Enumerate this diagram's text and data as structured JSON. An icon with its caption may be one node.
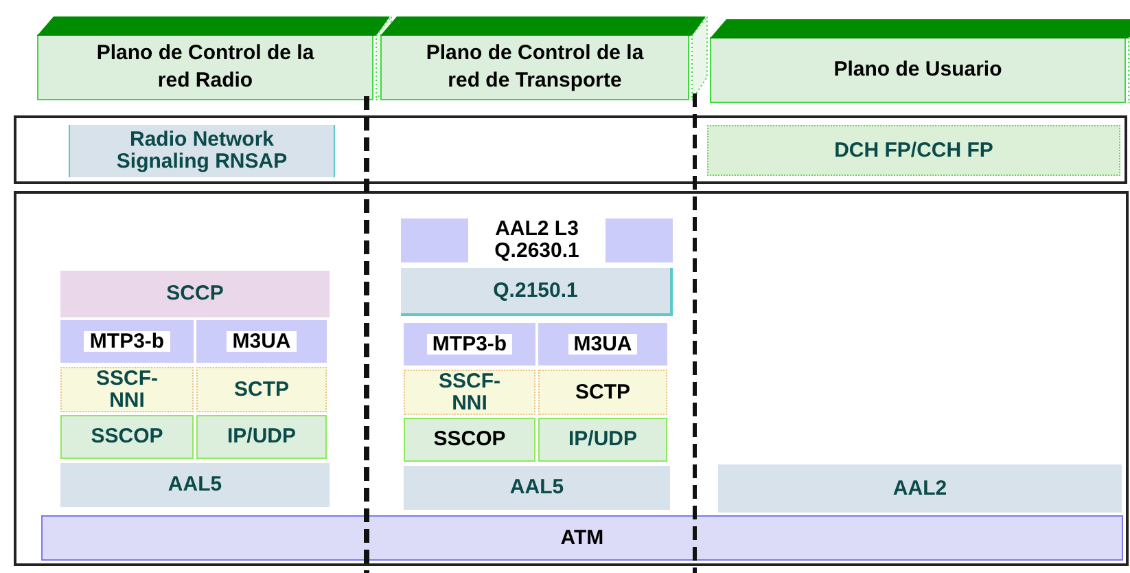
{
  "diagram": {
    "nodes": [
      {
        "text": [
          "Plano de Control de la red Radio"
        ]
      },
      {
        "text": [
          "Plano de Control de la red de Transporte"
        ]
      },
      {
        "text": [
          "Plano de Usuario"
        ]
      },
      {
        "text": [],
        "shape": "box"
      },
      {
        "text": [
          "Radio Network Signaling RNSAP"
        ],
        "in": 3
      },
      {
        "text": [
          "DCH FP/CCH FP"
        ],
        "in": 3
      },
      {
        "text": [],
        "shape": "box"
      },
      {
        "text": [
          "AAL2 L3 Q.2630.1"
        ],
        "in": 6
      },
      {
        "text": [
          "SCCP"
        ],
        "in": 6
      },
      {
        "text": [
          "Q.2150.1"
        ],
        "in": 6
      },
      {
        "text": [
          "MTP3-b"
        ],
        "in": 6
      },
      {
        "text": [
          "M3UA"
        ],
        "in": 6
      },
      {
        "text": [
          "MTP3-b"
        ],
        "in": 6
      },
      {
        "text": [
          "M3UA"
        ],
        "in": 6
      },
      {
        "text": [
          "SSCF-NNI"
        ],
        "in": 6
      },
      {
        "text": [
          "SCTP"
        ],
        "in": 6
      },
      {
        "text": [
          "SSCF-NNI"
        ],
        "in": 6
      },
      {
        "text": [
          "SCTP"
        ],
        "in": 6
      },
      {
        "text": [
          "SSCOP"
        ],
        "in": 6
      },
      {
        "text": [
          "IP/UDP"
        ],
        "in": 6
      },
      {
        "text": [
          "SSCOP"
        ],
        "in": 6
      },
      {
        "text": [
          "IP/UDP"
        ],
        "in": 6
      },
      {
        "text": [
          "AAL5"
        ],
        "in": 6
      },
      {
        "text": [
          "AAL5"
        ],
        "in": 6
      },
      {
        "text": [
          "AAL2"
        ],
        "in": 6
      },
      {
        "text": [
          "ATM"
        ],
        "in": 6
      }
    ]
  }
}
